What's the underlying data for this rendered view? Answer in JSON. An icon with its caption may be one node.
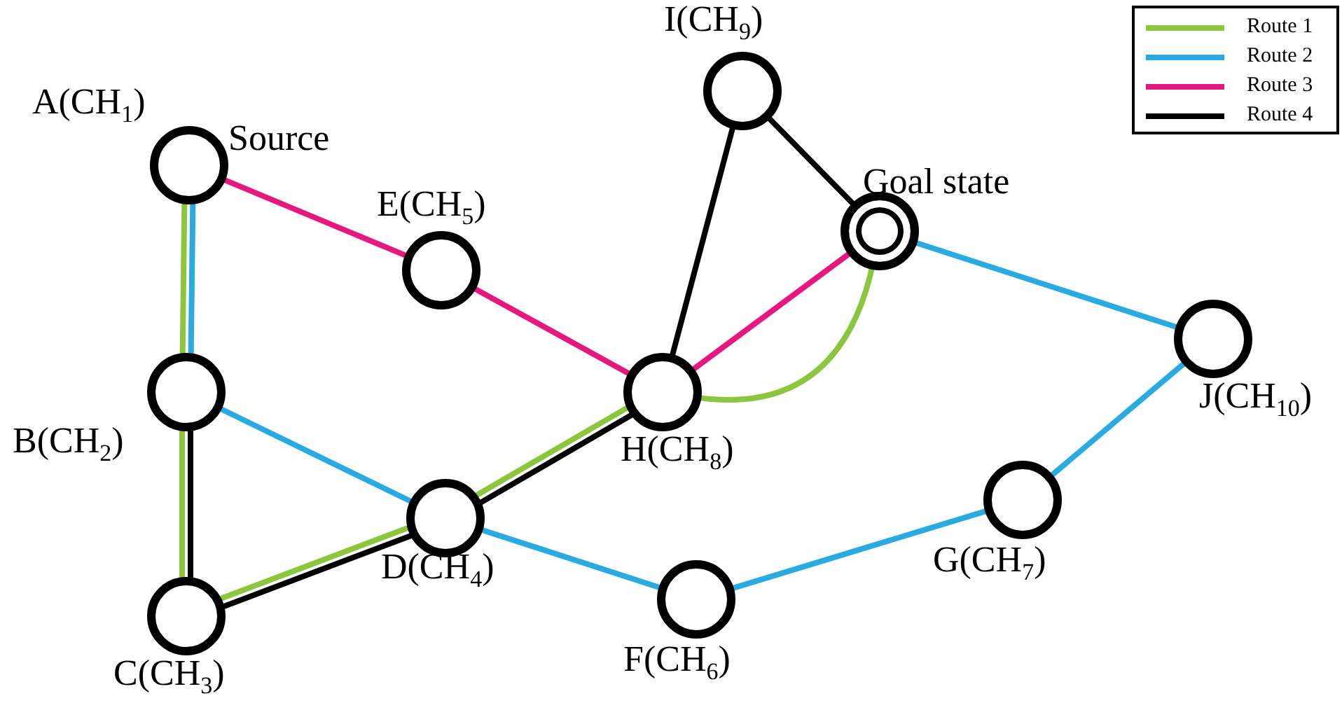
{
  "diagram": {
    "nodes": [
      {
        "text": [],
        "shape": "circle",
        "beside": [
          "A(CH$_{1}$)",
          "Source"
        ]
      },
      {
        "text": [],
        "shape": "circle",
        "beside": [
          "B(CH$_{2}$)"
        ]
      },
      {
        "text": [],
        "shape": "circle",
        "beside": [
          "C(CH$_{3}$)"
        ]
      },
      {
        "text": [],
        "shape": "circle",
        "beside": [
          "D(CH$_{4}$)"
        ]
      },
      {
        "text": [],
        "shape": "circle",
        "beside": [
          "E(CH$_{5}$)"
        ]
      },
      {
        "text": [],
        "shape": "circle",
        "beside": [
          "F(CH$_{6}$)"
        ]
      },
      {
        "text": [],
        "shape": "circle",
        "beside": [
          "G(CH$_{7}$)"
        ]
      },
      {
        "text": [],
        "shape": "circle",
        "beside": [
          "H(CH$_{8}$)"
        ]
      },
      {
        "text": [],
        "shape": "circle",
        "beside": [
          "I(CH$_{9}$)"
        ]
      },
      {
        "text": [],
        "shape": "circle",
        "beside": [
          "J(CH$_{10}$)"
        ]
      },
      {
        "text": [],
        "shape": "circle",
        "beside": [
          "Goal state"
        ]
      }
    ],
    "edges": [
      {
        "from": 0,
        "to": 1,
        "arrow": "none",
        "color": "#29abe2"
      },
      {
        "from": 0,
        "to": 1,
        "arrow": "none",
        "color": "#8cc63f"
      },
      {
        "from": 1,
        "to": 2,
        "arrow": "none",
        "color": "#000000"
      },
      {
        "from": 1,
        "to": 2,
        "arrow": "none",
        "color": "#8cc63f"
      },
      {
        "from": 2,
        "to": 3,
        "arrow": "none",
        "color": "#8cc63f"
      },
      {
        "from": 2,
        "to": 3,
        "arrow": "none",
        "color": "#000000"
      },
      {
        "from": 3,
        "to": 7,
        "arrow": "none",
        "color": "#8cc63f"
      },
      {
        "from": 3,
        "to": 7,
        "arrow": "none",
        "color": "#000000"
      },
      {
        "from": 7,
        "to": 10,
        "arrow": "none",
        "color": "#8cc63f"
      },
      {
        "from": 0,
        "to": 4,
        "arrow": "none",
        "color": "#e6177f"
      },
      {
        "from": 4,
        "to": 7,
        "arrow": "none",
        "color": "#e6177f"
      },
      {
        "from": 7,
        "to": 10,
        "arrow": "none",
        "color": "#e6177f"
      },
      {
        "from": 1,
        "to": 3,
        "arrow": "none",
        "color": "#29abe2"
      },
      {
        "from": 3,
        "to": 5,
        "arrow": "none",
        "color": "#29abe2"
      },
      {
        "from": 5,
        "to": 6,
        "arrow": "none",
        "color": "#29abe2"
      },
      {
        "from": 6,
        "to": 9,
        "arrow": "none",
        "color": "#29abe2"
      },
      {
        "from": 9,
        "to": 10,
        "arrow": "none",
        "color": "#29abe2"
      },
      {
        "from": 7,
        "to": 8,
        "arrow": "none",
        "color": "#000000"
      },
      {
        "from": 8,
        "to": 10,
        "arrow": "none",
        "color": "#000000"
      }
    ],
    "legend": [
      {
        "text": "Route 1",
        "color": "#8cc63f"
      },
      {
        "text": "Route 2",
        "color": "#29abe2"
      },
      {
        "text": "Route 3",
        "color": "#e6177f"
      },
      {
        "text": "Route 4",
        "color": "#000000"
      }
    ]
  }
}
